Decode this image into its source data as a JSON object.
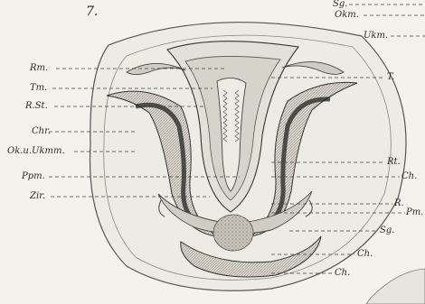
{
  "figure": {
    "number": "7.",
    "labels": {
      "sg_top": "Sg.",
      "okm_top": "Okm.",
      "ukm_top": "Ukm.",
      "rm": "Rm.",
      "tm": "Tm.",
      "rst": "R.St.",
      "chr": "Chr.",
      "okukmm": "Ok.u.Ukmm.",
      "ppm": "Ppm.",
      "zir": "Zir.",
      "t": "T.",
      "rt": "Rt.",
      "ch_right": "Ch.",
      "r": "R.",
      "pm": "Pm.",
      "sg_right": "Sg.",
      "ch_low1": "Ch.",
      "ch_low2": "Ch."
    }
  }
}
